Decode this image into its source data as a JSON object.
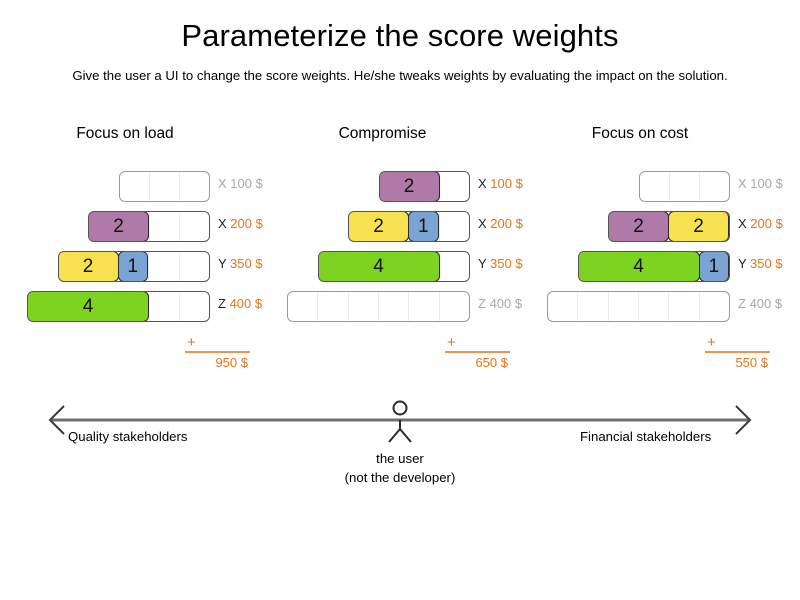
{
  "header": {
    "title": "Parameterize the score weights",
    "subtitle": "Give the user a UI to change the score weights. He/she tweaks weights by evaluating the impact on the solution."
  },
  "colors": {
    "purple": "#b07aa8",
    "yellow": "#f8e14f",
    "blue": "#7ba3d4",
    "green": "#7ed321",
    "orange": "#e2761b",
    "muted": "#a8a8a8",
    "track_border": "#9a9a9a",
    "segment_border": "#2b2b2b"
  },
  "columns": [
    {
      "title": "Focus on load",
      "rows": [
        {
          "letter": "X",
          "amount": "100 $",
          "muted": true,
          "segments": []
        },
        {
          "letter": "X",
          "amount": "200 $",
          "muted": false,
          "segments": [
            {
              "value": "2",
              "color": "purple"
            }
          ]
        },
        {
          "letter": "Y",
          "amount": "350 $",
          "muted": false,
          "segments": [
            {
              "value": "2",
              "color": "yellow"
            },
            {
              "value": "1",
              "color": "blue"
            }
          ]
        },
        {
          "letter": "Z",
          "amount": "400 $",
          "muted": false,
          "segments": [
            {
              "value": "4",
              "color": "green"
            }
          ]
        }
      ],
      "sum": {
        "plus": "+",
        "total": "950 $"
      }
    },
    {
      "title": "Compromise",
      "rows": [
        {
          "letter": "X",
          "amount": "100 $",
          "muted": false,
          "segments": [
            {
              "value": "2",
              "color": "purple"
            }
          ]
        },
        {
          "letter": "X",
          "amount": "200 $",
          "muted": false,
          "segments": [
            {
              "value": "2",
              "color": "yellow"
            },
            {
              "value": "1",
              "color": "blue"
            }
          ]
        },
        {
          "letter": "Y",
          "amount": "350 $",
          "muted": false,
          "segments": [
            {
              "value": "4",
              "color": "green"
            }
          ]
        },
        {
          "letter": "Z",
          "amount": "400 $",
          "muted": true,
          "segments": []
        }
      ],
      "sum": {
        "plus": "+",
        "total": "650 $"
      }
    },
    {
      "title": "Focus on cost",
      "rows": [
        {
          "letter": "X",
          "amount": "100 $",
          "muted": true,
          "segments": []
        },
        {
          "letter": "X",
          "amount": "200 $",
          "muted": false,
          "segments": [
            {
              "value": "2",
              "color": "purple"
            },
            {
              "value": "2",
              "color": "yellow"
            }
          ]
        },
        {
          "letter": "Y",
          "amount": "350 $",
          "muted": false,
          "segments": [
            {
              "value": "4",
              "color": "green"
            },
            {
              "value": "1",
              "color": "blue"
            }
          ]
        },
        {
          "letter": "Z",
          "amount": "400 $",
          "muted": true,
          "segments": []
        }
      ],
      "sum": {
        "plus": "+",
        "total": "550 $"
      }
    }
  ],
  "axis": {
    "left_label": "Quality stakeholders",
    "right_label": "Financial stakeholders",
    "user_line1": "the user",
    "user_line2": "(not the developer)"
  }
}
